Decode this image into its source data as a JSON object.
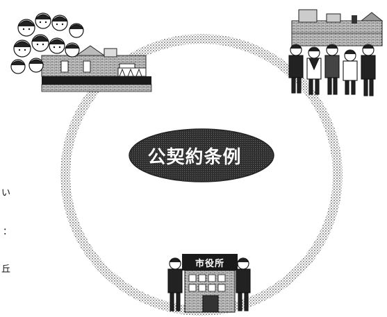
{
  "diagram": {
    "center_label": "公契約条例",
    "city_hall_sign": "市役所",
    "banner_text": "",
    "edge_text": [
      {
        "text": "い"
      },
      {
        "text": "："
      },
      {
        "text": "丘"
      }
    ]
  },
  "colors": {
    "ring": "#8c8c8c",
    "ellipse_fill": "#3a3a3a",
    "ink": "#111111",
    "paper": "#ffffff"
  },
  "icons": [
    "residents-group-icon",
    "workers-group-icon",
    "city-hall-icon"
  ]
}
